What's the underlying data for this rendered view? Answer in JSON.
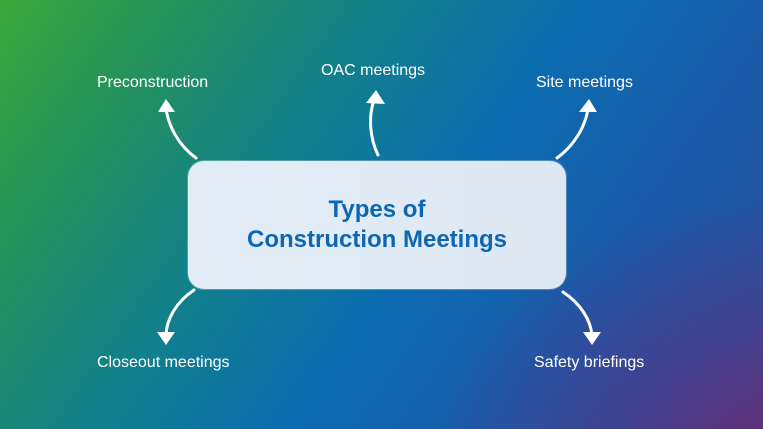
{
  "title": {
    "line1": "Types of",
    "line2": "Construction Meetings"
  },
  "items": [
    {
      "label": "Preconstruction",
      "position": "top-left"
    },
    {
      "label": "OAC meetings",
      "position": "top-center"
    },
    {
      "label": "Site meetings",
      "position": "top-right"
    },
    {
      "label": "Closeout meetings",
      "position": "bottom-left"
    },
    {
      "label": "Safety briefings",
      "position": "bottom-right"
    }
  ],
  "colors": {
    "title_text": "#0d67b5",
    "box_fill": "#e0ebf5",
    "label_text": "#ffffff",
    "gradient_top_left": "#3aa83a",
    "gradient_top_right": "#1a5fb0",
    "gradient_bottom_left": "#138a8a",
    "gradient_bottom_right": "#6a2b78"
  }
}
